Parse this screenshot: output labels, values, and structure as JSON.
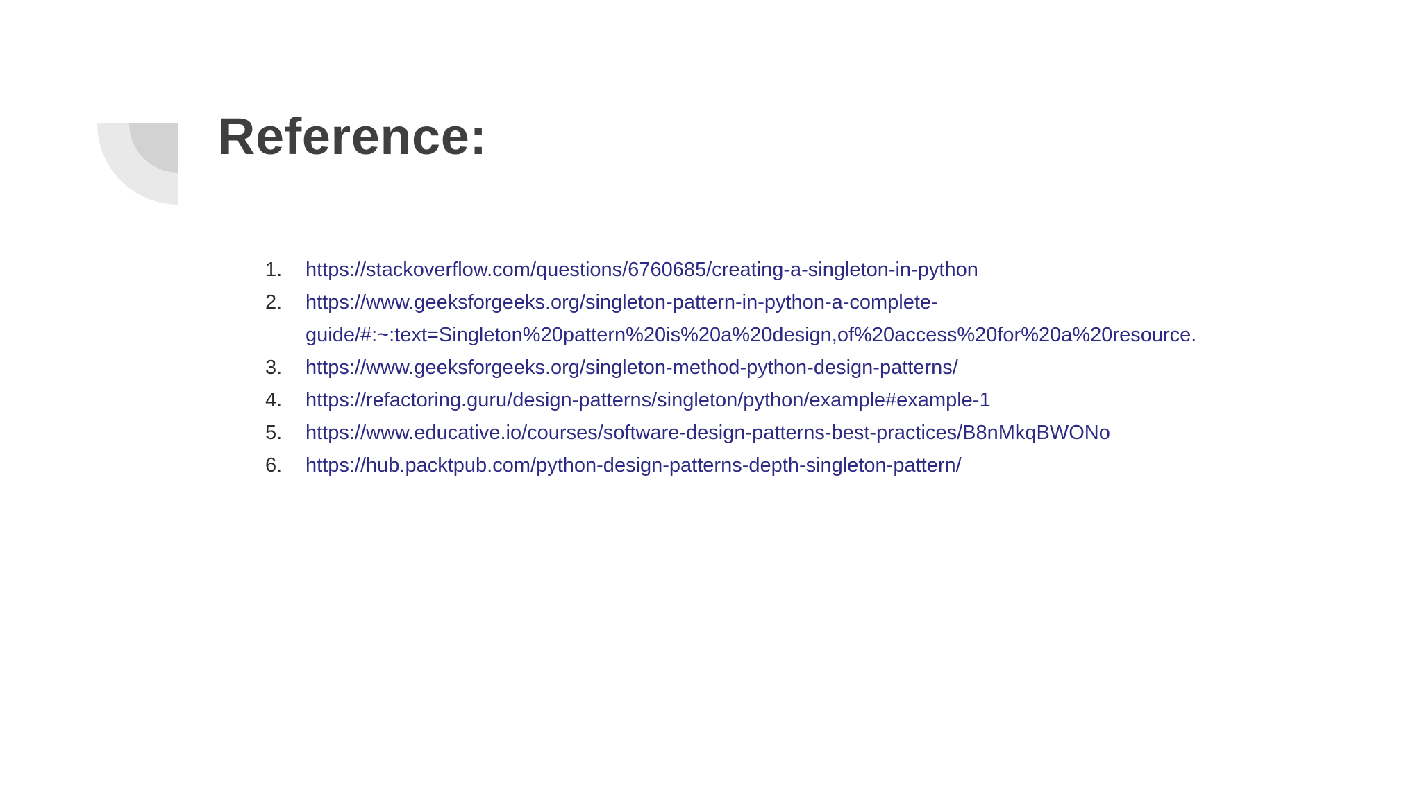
{
  "slide": {
    "title": "Reference:",
    "background_color": "#ffffff",
    "title_color": "#3f3f3f",
    "link_color": "#2e2a84",
    "marker_color": "#2b2b2b"
  },
  "decoration": {
    "name": "quarter-circle-motif",
    "outer_color": "#e9e9e9",
    "inner_color": "#d2d2d2"
  },
  "references": {
    "markers": [
      "1.",
      "2.",
      "3.",
      "4.",
      "5.",
      "6."
    ],
    "items": [
      {
        "marker": "1.",
        "url": "https://stackoverflow.com/questions/6760685/creating-a-singleton-in-python"
      },
      {
        "marker": "2.",
        "url": "https://www.geeksforgeeks.org/singleton-pattern-in-python-a-complete-guide/#:~:text=Singleton%20pattern%20is%20a%20design,of%20access%20for%20a%20resource."
      },
      {
        "marker": "3.",
        "url": "https://www.geeksforgeeks.org/singleton-method-python-design-patterns/"
      },
      {
        "marker": "4.",
        "url": "https://refactoring.guru/design-patterns/singleton/python/example#example-1"
      },
      {
        "marker": "5.",
        "url": "https://www.educative.io/courses/software-design-patterns-best-practices/B8nMkqBWONo"
      },
      {
        "marker": "6.",
        "url": "https://hub.packtpub.com/python-design-patterns-depth-singleton-pattern/"
      }
    ]
  }
}
